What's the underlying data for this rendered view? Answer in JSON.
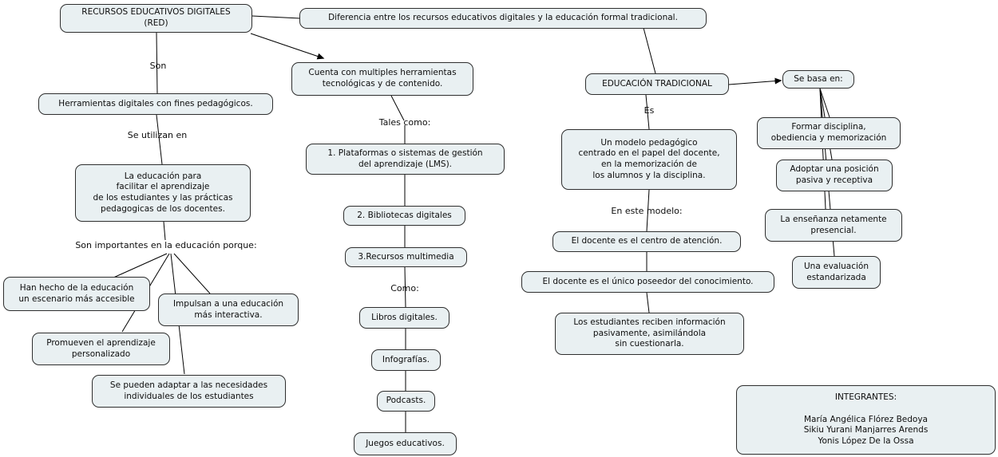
{
  "colors": {
    "background": "#ffffff",
    "node_fill": "#e9f0f2",
    "node_border": "#2e2e2e",
    "connector": "#000000",
    "text": "#0d0d0d"
  },
  "concepts": {
    "red": "RECURSOS EDUCATIVOS DIGITALES\n(RED)",
    "diferencia": "Diferencia entre los recursos educativos digitales y la educación formal tradicional.",
    "herramientas": "Herramientas digitales con fines pedagógicos.",
    "educacion_para": "La educación para\nfacilitar el aprendizaje\nde los estudiantes y las prácticas\npedagogicas de los docentes.",
    "han_hecho": "Han hecho de la educación\nun escenario más accesible",
    "impulsan": "Impulsan a una educación\nmás interactiva.",
    "promueven": "Promueven el aprendizaje\npersonalizado",
    "adaptar": "Se pueden adaptar a las necesidades\nindividuales de los estudiantes",
    "cuenta": "Cuenta con multiples herramientas\ntecnológicas y de contenido.",
    "plataformas": "1. Plataformas o sistemas de gestión\ndel aprendizaje (LMS).",
    "bibliotecas": "2. Bibliotecas digitales",
    "multimedia": "3.Recursos multimedia",
    "libros": "Libros digitales.",
    "infografias": "Infografías.",
    "podcasts": "Podcasts.",
    "juegos": "Juegos educativos.",
    "tradicional": "EDUCACIÓN TRADICIONAL",
    "modelo": "Un modelo pedagógico\ncentrado en el papel del docente,\nen la memorización de\nlos alumnos y la disciplina.",
    "centro": "El docente es el centro de atención.",
    "poseedor": "El docente es el único poseedor del conocimiento.",
    "estudiantes": "Los estudiantes reciben información\npasivamente, asimilándola\nsin cuestionarla.",
    "se_basa": "Se basa en:",
    "formar": "Formar disciplina,\nobediencia y memorización",
    "adoptar_posicion": "Adoptar una posición\npasiva y receptiva",
    "ensenanza": "La enseñanza netamente\npresencial.",
    "evaluacion": "Una evaluación\nestandarizada",
    "integrantes": "INTEGRANTES:\n\nMaría Angélica Flórez Bedoya\nSikiu Yurani Manjarres Arends\nYonis López De la Ossa"
  },
  "linking_phrases": {
    "son": "Son",
    "se_utilizan": "Se utilizan en",
    "importantes": "Son importantes en la educación porque:",
    "tales_como": "Tales como:",
    "como": "Como:",
    "es": "Es",
    "en_este_modelo": "En este modelo:"
  }
}
